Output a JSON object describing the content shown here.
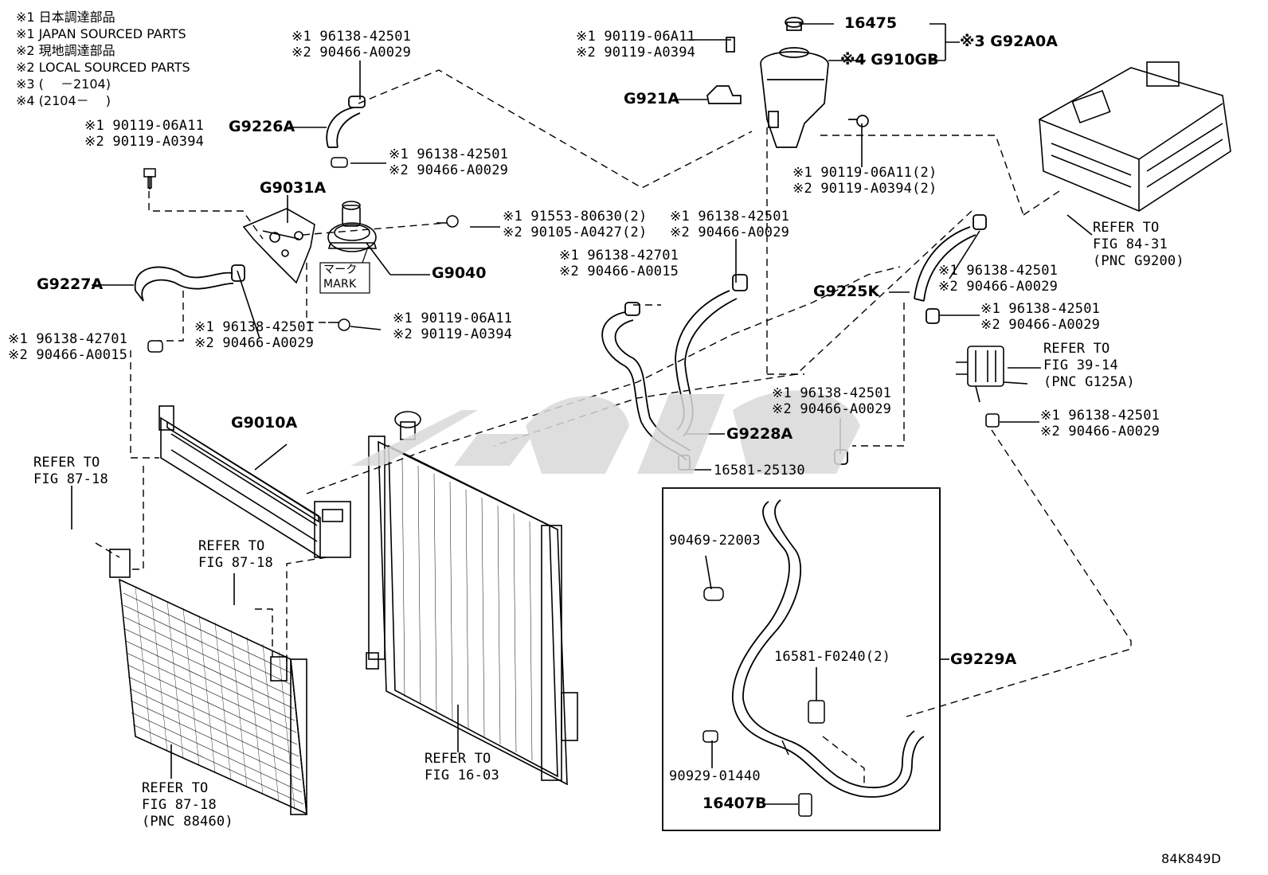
{
  "notes": [
    "※1 日本調達部品",
    "※1 JAPAN SOURCED PARTS",
    "※2 現地調達部品",
    "※2 LOCAL SOURCED PARTS",
    "※3 (　 －2104)",
    "※4 (2104－　 )"
  ],
  "parts": {
    "g9226a": "G9226A",
    "g9227a": "G9227A",
    "g9031a": "G9031A",
    "g9040": "G9040",
    "g9010a": "G9010A",
    "g921a": "G921A",
    "p16475": "16475",
    "g910gb": "※4 G910GB",
    "g92a0a": "※3 G92A0A",
    "g9225k": "G9225K",
    "g9228a": "G9228A",
    "g9229a": "G9229A",
    "p16581_25130": "16581-25130",
    "p90469": "90469-22003",
    "p16581_f0240": "16581-F0240(2)",
    "p90929": "90929-01440",
    "p16407b": "16407B"
  },
  "refs": {
    "hose_clamp_1": [
      "※1 96138-42501",
      "※2 90466-A0029"
    ],
    "hose_clamp_2": [
      "※1 96138-42501",
      "※2 90466-A0029"
    ],
    "bolt_left": [
      "※1 90119-06A11",
      "※2 90119-A0394"
    ],
    "bolt_top": [
      "※1 90119-06A11",
      "※2 90119-A0394"
    ],
    "nut_pump": [
      "※1 91553-80630(2)",
      "※2 90105-A0427(2)"
    ],
    "bolt_pump": [
      "※1 90119-06A11",
      "※2 90119-A0394"
    ],
    "clamp_g9227": [
      "※1 96138-42501",
      "※2 90466-A0029"
    ],
    "clamp_left_small": [
      "※1 96138-42701",
      "※2 90466-A0015"
    ],
    "bolt_tank": [
      "※1 90119-06A11(2)",
      "※2 90119-A0394(2)"
    ],
    "clamp_mid": [
      "※1 96138-42501",
      "※2 90466-A0029"
    ],
    "clamp_mid_small": [
      "※1 96138-42701",
      "※2 90466-A0015"
    ],
    "clamp_right_1": [
      "※1 96138-42501",
      "※2 90466-A0029"
    ],
    "clamp_right_2": [
      "※1 96138-42501",
      "※2 90466-A0029"
    ],
    "clamp_right_3": [
      "※1 96138-42501",
      "※2 90466-A0029"
    ],
    "clamp_center": [
      "※1 96138-42501",
      "※2 90466-A0029"
    ]
  },
  "fig_refs": {
    "inverter": [
      "REFER TO",
      "FIG 84-31",
      "(PNC G9200)"
    ],
    "cooler": [
      "REFER TO",
      "FIG 39-14",
      "(PNC G125A)"
    ],
    "bolt_left": [
      "REFER TO",
      "FIG 87-18"
    ],
    "bolt_mid": [
      "REFER TO",
      "FIG 87-18"
    ],
    "condenser": [
      "REFER TO",
      "FIG 87-18",
      "(PNC 88460)"
    ],
    "radiator": [
      "REFER TO",
      "FIG 16-03"
    ]
  },
  "mark": [
    "マーク",
    "MARK"
  ],
  "figure_id": "84K849D"
}
